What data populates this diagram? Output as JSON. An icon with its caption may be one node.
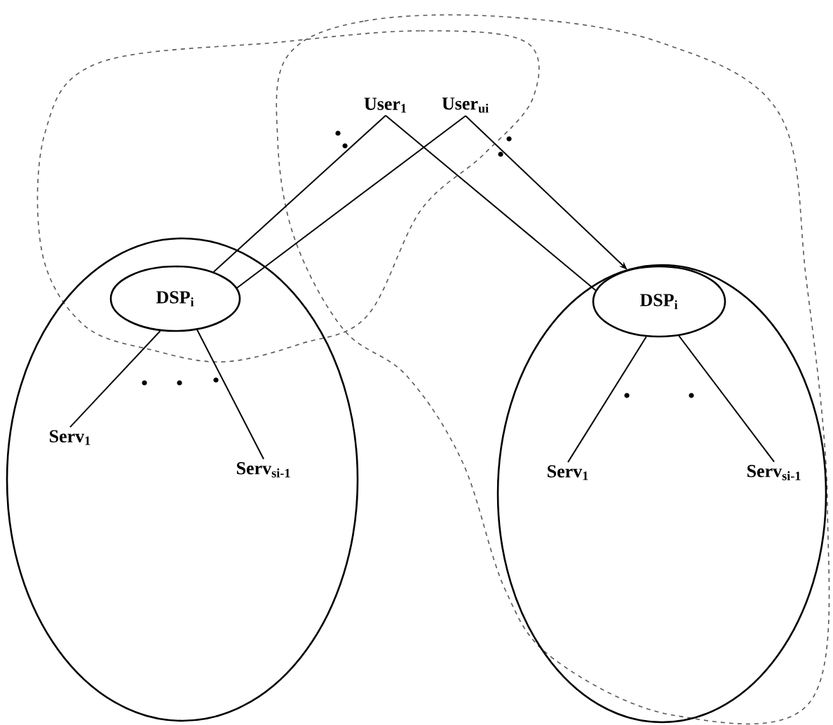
{
  "diagram": {
    "nodes": [
      {
        "text": [],
        "shape": "ellipse"
      },
      {
        "text": [],
        "shape": "ellipse"
      },
      {
        "text": [
          "DSP$_{i}$"
        ],
        "in": 0
      },
      {
        "text": [
          "Serv$_{1}$"
        ],
        "in": 0
      },
      {
        "text": [
          "Serv$_{si-1}$"
        ],
        "in": 0
      },
      {
        "text": [
          "DSP$_{i}$"
        ],
        "in": 1
      },
      {
        "text": [
          "Serv$_{1}$"
        ],
        "in": 1
      },
      {
        "text": [
          "Serv$_{si-1}$"
        ],
        "in": 1
      },
      {
        "text": [
          "User$_{1}$"
        ]
      },
      {
        "text": [
          "User$_{ui}$"
        ]
      }
    ],
    "edges": [
      {
        "from": 8,
        "to": 2,
        "arrow": "none"
      },
      {
        "from": 9,
        "to": 2,
        "arrow": "none"
      },
      {
        "from": 8,
        "to": 5,
        "arrow": "none"
      },
      {
        "from": 9,
        "to": 5,
        "arrow": "to"
      },
      {
        "from": 2,
        "to": 3,
        "arrow": "none"
      },
      {
        "from": 2,
        "to": 4,
        "arrow": "none"
      },
      {
        "from": 5,
        "to": 6,
        "arrow": "none"
      },
      {
        "from": 5,
        "to": 7,
        "arrow": "none"
      }
    ]
  }
}
